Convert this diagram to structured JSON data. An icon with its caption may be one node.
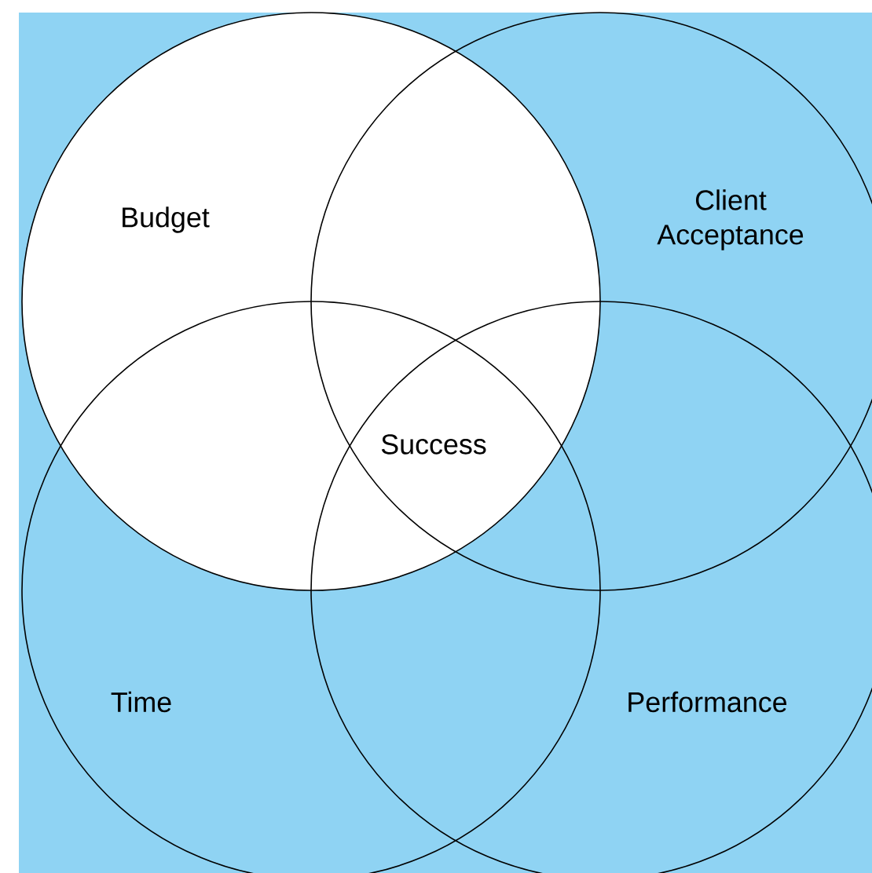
{
  "diagram": {
    "nodes": [
      {
        "text": [
          "Budget"
        ]
      },
      {
        "text": [
          "Client Acceptance"
        ]
      },
      {
        "text": [
          "Time"
        ]
      },
      {
        "text": [
          "Performance"
        ]
      }
    ],
    "labels": [
      "Success"
    ]
  }
}
